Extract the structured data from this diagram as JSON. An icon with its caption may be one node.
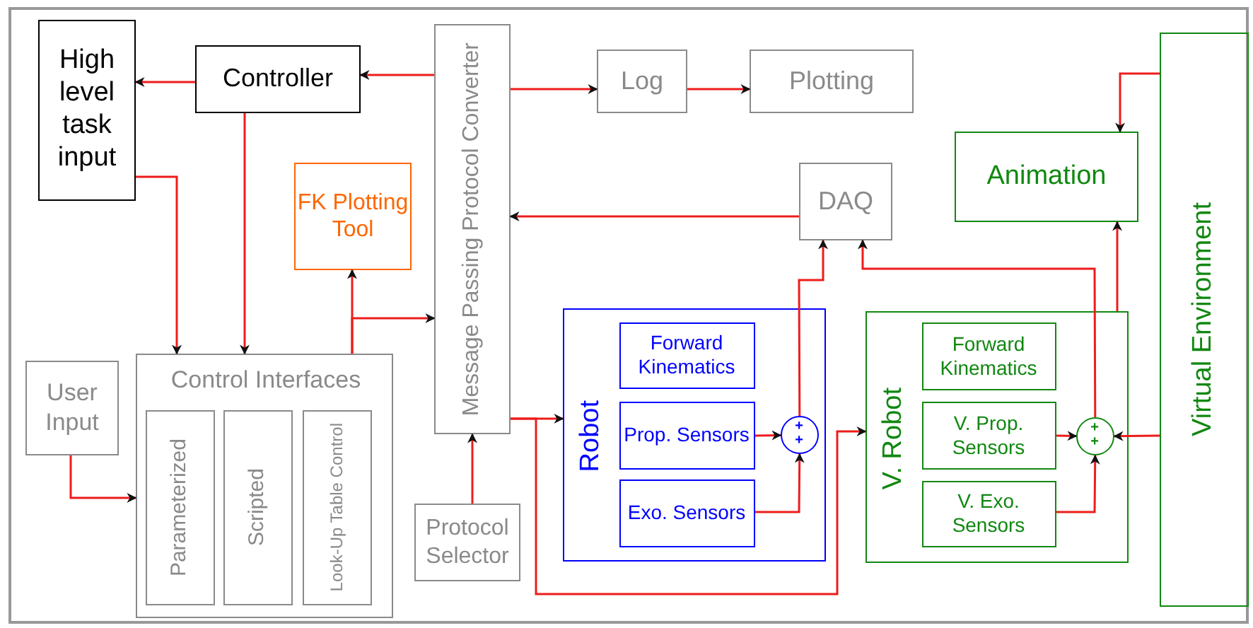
{
  "diagram": {
    "nodes": [
      {
        "text": [
          "High level task input"
        ]
      },
      {
        "text": [
          "Controller"
        ]
      },
      {
        "text": [
          "Message Passing Protocol Converter"
        ]
      },
      {
        "text": [
          "Log"
        ]
      },
      {
        "text": [
          "Plotting"
        ]
      },
      {
        "text": [
          "FK Plotting Tool"
        ]
      },
      {
        "text": [
          "DAQ"
        ]
      },
      {
        "text": [
          "Animation"
        ]
      },
      {
        "text": [
          "Virtual Environment"
        ]
      },
      {
        "text": [
          "User Input"
        ]
      },
      {
        "text": [
          "Control Interfaces"
        ]
      },
      {
        "text": [
          "Parameterized"
        ],
        "in": 10
      },
      {
        "text": [
          "Scripted"
        ],
        "in": 10
      },
      {
        "text": [
          "Look-Up Table Control"
        ],
        "in": 10
      },
      {
        "text": [
          "Protocol Selector"
        ]
      },
      {
        "text": [
          "Robot"
        ]
      },
      {
        "text": [
          "Forward Kinematics"
        ],
        "in": 15
      },
      {
        "text": [
          "Prop. Sensors"
        ],
        "in": 15
      },
      {
        "text": [
          "Exo. Sensors"
        ],
        "in": 15
      },
      {
        "text": [
          "+",
          "+"
        ],
        "in": 15
      },
      {
        "text": [
          "V. Robot"
        ]
      },
      {
        "text": [
          "Forward Kinematics"
        ],
        "in": 20
      },
      {
        "text": [
          "V. Prop. Sensors"
        ],
        "in": 20
      },
      {
        "text": [
          "V. Exo. Sensors"
        ],
        "in": 20
      },
      {
        "text": [
          "+",
          "+"
        ],
        "in": 20
      }
    ],
    "edges": [
      {
        "from": 2,
        "to": 1,
        "arrow": "to"
      },
      {
        "from": 1,
        "to": 0,
        "arrow": "to"
      },
      {
        "from": 2,
        "to": 3,
        "arrow": "to"
      },
      {
        "from": 3,
        "to": 4,
        "arrow": "to"
      },
      {
        "from": 1,
        "to": 10,
        "arrow": "to"
      },
      {
        "from": 0,
        "to": 10,
        "arrow": "to"
      },
      {
        "from": 10,
        "to": 5,
        "arrow": "to"
      },
      {
        "from": 10,
        "to": 2,
        "arrow": "to"
      },
      {
        "from": 9,
        "to": 10,
        "arrow": "to"
      },
      {
        "from": 14,
        "to": 2,
        "arrow": "to"
      },
      {
        "from": 6,
        "to": 2,
        "arrow": "to"
      },
      {
        "from": 2,
        "to": 15,
        "arrow": "to"
      },
      {
        "from": 2,
        "to": 20,
        "arrow": "to"
      },
      {
        "from": 17,
        "to": 19,
        "arrow": "to"
      },
      {
        "from": 18,
        "to": 19,
        "arrow": "to"
      },
      {
        "from": 19,
        "to": 6,
        "arrow": "to"
      },
      {
        "from": 22,
        "to": 24,
        "arrow": "to"
      },
      {
        "from": 23,
        "to": 24,
        "arrow": "to"
      },
      {
        "from": 24,
        "to": 6,
        "arrow": "to"
      },
      {
        "from": 20,
        "to": 7,
        "arrow": "to"
      },
      {
        "from": 8,
        "to": 7,
        "arrow": "to"
      },
      {
        "from": 8,
        "to": 24,
        "arrow": "to"
      }
    ]
  }
}
